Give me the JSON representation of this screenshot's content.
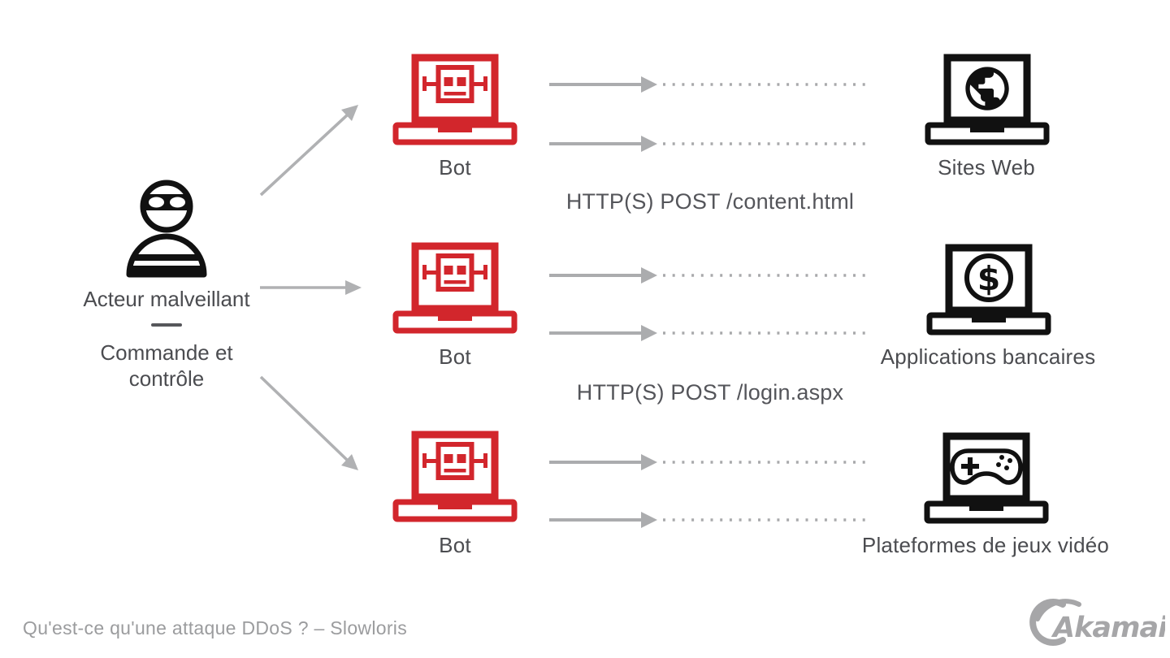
{
  "diagram": {
    "attacker": {
      "icon": "masked-attacker-icon",
      "label": "Acteur malveillant",
      "sublabel": "Commande et contrôle"
    },
    "bots": [
      {
        "icon": "robot-laptop-icon",
        "label": "Bot"
      },
      {
        "icon": "robot-laptop-icon",
        "label": "Bot"
      },
      {
        "icon": "robot-laptop-icon",
        "label": "Bot"
      }
    ],
    "targets": [
      {
        "icon": "globe-laptop-icon",
        "label": "Sites Web"
      },
      {
        "icon": "dollar-laptop-icon",
        "label": "Applications bancaires"
      },
      {
        "icon": "gamepad-laptop-icon",
        "label": "Plateformes de jeux vidéo"
      }
    ],
    "requests": [
      {
        "label": "HTTP(S) POST /content.html"
      },
      {
        "label": "HTTP(S) POST /login.aspx"
      }
    ],
    "connections": {
      "style": "solid arrow then dotted continuation",
      "per_bot": 2
    }
  },
  "footer": {
    "caption": "Qu'est-ce qu'une attaque DDoS ? – Slowloris",
    "logo_text": "Akamai"
  },
  "colors": {
    "bot_red": "#d2262c",
    "icon_black": "#111111",
    "label_gray": "#4b4c50",
    "arrow_gray": "#abacae",
    "dot_gray": "#a8a9ab",
    "footer_gray": "#9b9c9e",
    "logo_gray": "#a6a6a8",
    "background": "#ffffff"
  }
}
